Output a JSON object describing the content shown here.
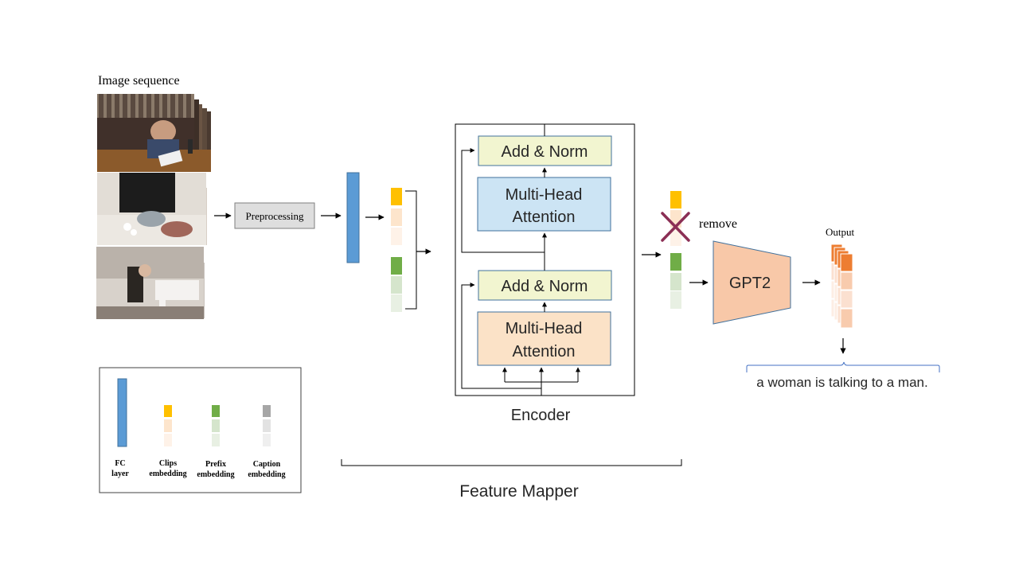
{
  "image_sequence": {
    "title": "Image sequence"
  },
  "preprocessing": {
    "label": "Preprocessing"
  },
  "encoder": {
    "label": "Encoder",
    "add_norm_top": "Add & Norm",
    "mha_top": [
      "Multi-Head",
      "Attention"
    ],
    "add_norm_bottom": "Add & Norm",
    "mha_bottom": [
      "Multi-Head",
      "Attention"
    ]
  },
  "feature_mapper": {
    "label": "Feature Mapper"
  },
  "remove": {
    "label": "remove"
  },
  "gpt2": {
    "label": "GPT2"
  },
  "output": {
    "label": "Output",
    "caption": "a woman is talking to a man."
  },
  "legend": {
    "fc": [
      "FC",
      "layer"
    ],
    "clips": [
      "Clips",
      "embedding"
    ],
    "prefix": [
      "Prefix",
      "embedding"
    ],
    "caption": [
      "Caption",
      "embedding"
    ]
  },
  "colors": {
    "fc_blue": "#5b9bd5",
    "clip_gold": "#ffc000",
    "clip_light": "#fde5cc",
    "clip_lighter": "#fef2e8",
    "prefix_green": "#70ad47",
    "prefix_light": "#d5e5cc",
    "prefix_lighter": "#e8f0e3",
    "caption_gray": "#a6a6a6",
    "caption_light": "#e2e2e2",
    "caption_lighter": "#efefef",
    "add_norm_fill": "#f2f5d0",
    "mha_top_fill": "#cce4f4",
    "mha_bottom_fill": "#fbe2c7",
    "gpt2_fill": "#f8c8a8",
    "remove_x": "#8b2f55",
    "output_orange": "#ed7d31",
    "output_pink": "#f8cbad"
  }
}
